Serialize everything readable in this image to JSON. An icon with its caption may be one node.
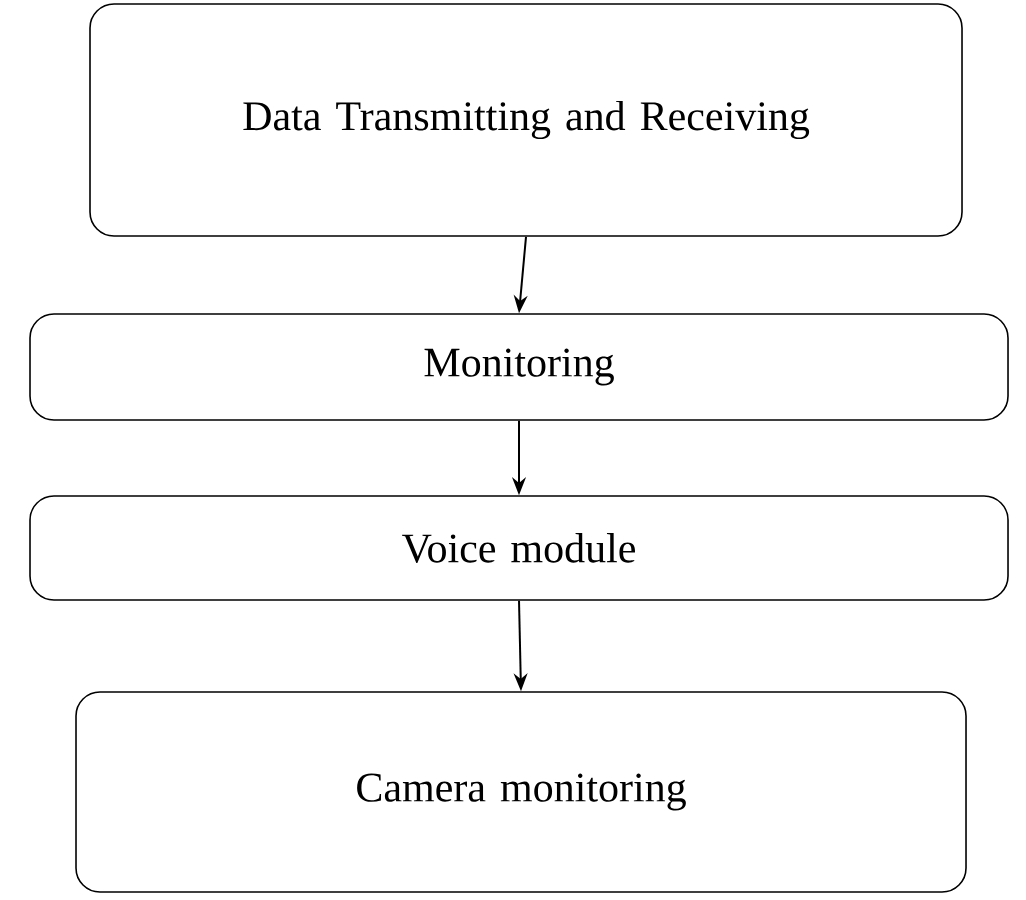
{
  "diagram": {
    "nodes": [
      {
        "text": [
          "Data Transmitting and Receiving"
        ]
      },
      {
        "text": [
          "Monitoring"
        ]
      },
      {
        "text": [
          "Voice module"
        ]
      },
      {
        "text": [
          "Camera monitoring"
        ]
      }
    ],
    "edges": [
      {
        "from": 0,
        "to": 1,
        "arrow": "to"
      },
      {
        "from": 1,
        "to": 2,
        "arrow": "to"
      },
      {
        "from": 2,
        "to": 3,
        "arrow": "to"
      }
    ]
  }
}
